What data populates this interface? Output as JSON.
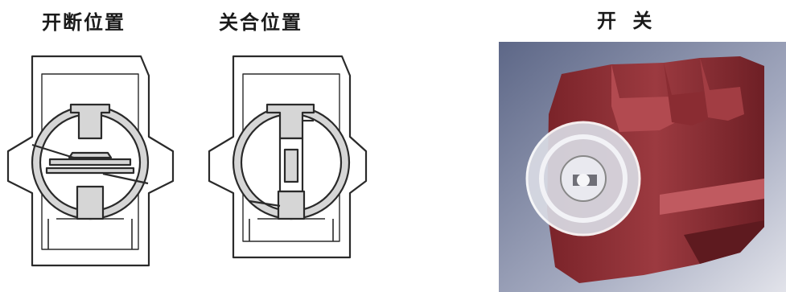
{
  "captions": {
    "open_position": "开断位置",
    "closed_position": "关合位置",
    "switch_photo": "开 关"
  },
  "colors": {
    "line": "#2a2a2a",
    "fill": "#d6d6d6",
    "housing": "#8c2e33",
    "photo_bg": "#7d86a3"
  }
}
